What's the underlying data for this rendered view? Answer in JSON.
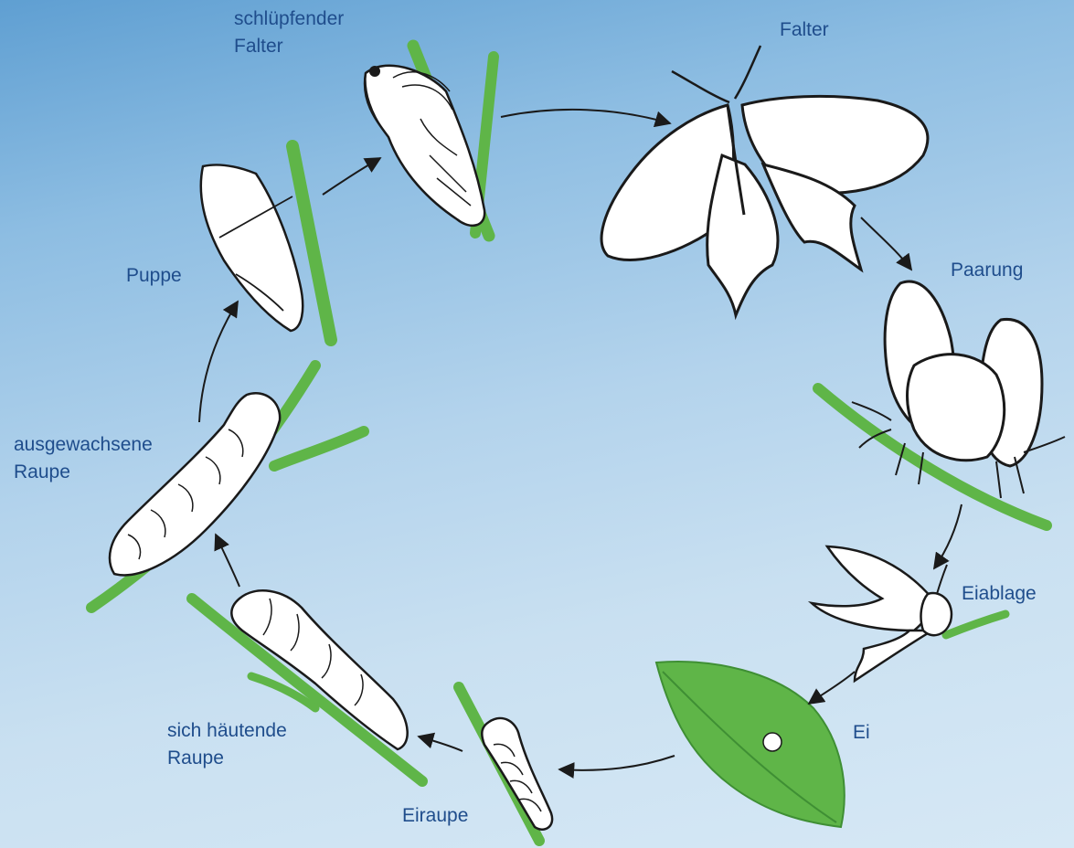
{
  "stages": {
    "emerging_butterfly": {
      "line1": "schlüpfender",
      "line2": "Falter"
    },
    "butterfly": {
      "label": "Falter"
    },
    "mating": {
      "label": "Paarung"
    },
    "egg_laying": {
      "label": "Eiablage"
    },
    "egg": {
      "label": "Ei"
    },
    "young_caterpillar": {
      "label": "Eiraupe"
    },
    "molting_caterpillar": {
      "line1": "sich häutende",
      "line2": "Raupe"
    },
    "grown_caterpillar": {
      "line1": "ausgewachsene",
      "line2": "Raupe"
    },
    "pupa": {
      "label": "Puppe"
    }
  },
  "colors": {
    "label": "#1f4d8c",
    "plant": "#5fb548",
    "plant_dark": "#3f8f34",
    "body": "#ffffff",
    "outline": "#1a1a1a",
    "sky_top": "#5f9fd2",
    "sky_bottom": "#d6e8f5"
  }
}
